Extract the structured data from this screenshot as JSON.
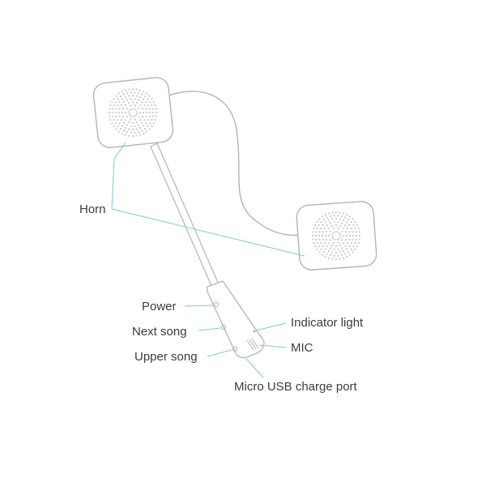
{
  "labels": {
    "horn": "Horn",
    "power": "Power",
    "next_song": "Next song",
    "upper_song": "Upper song",
    "indicator_light": "Indicator light",
    "mic": "MIC",
    "usb_port": "Micro USB charge port"
  },
  "colors": {
    "leader_line": "#7fc8d6",
    "outline": "#b4b4b4",
    "speaker_grille": "#c8c8c8",
    "text": "#3c3c3c"
  },
  "icons": {
    "speaker": "speaker-icon",
    "microphone": "microphone-icon"
  }
}
